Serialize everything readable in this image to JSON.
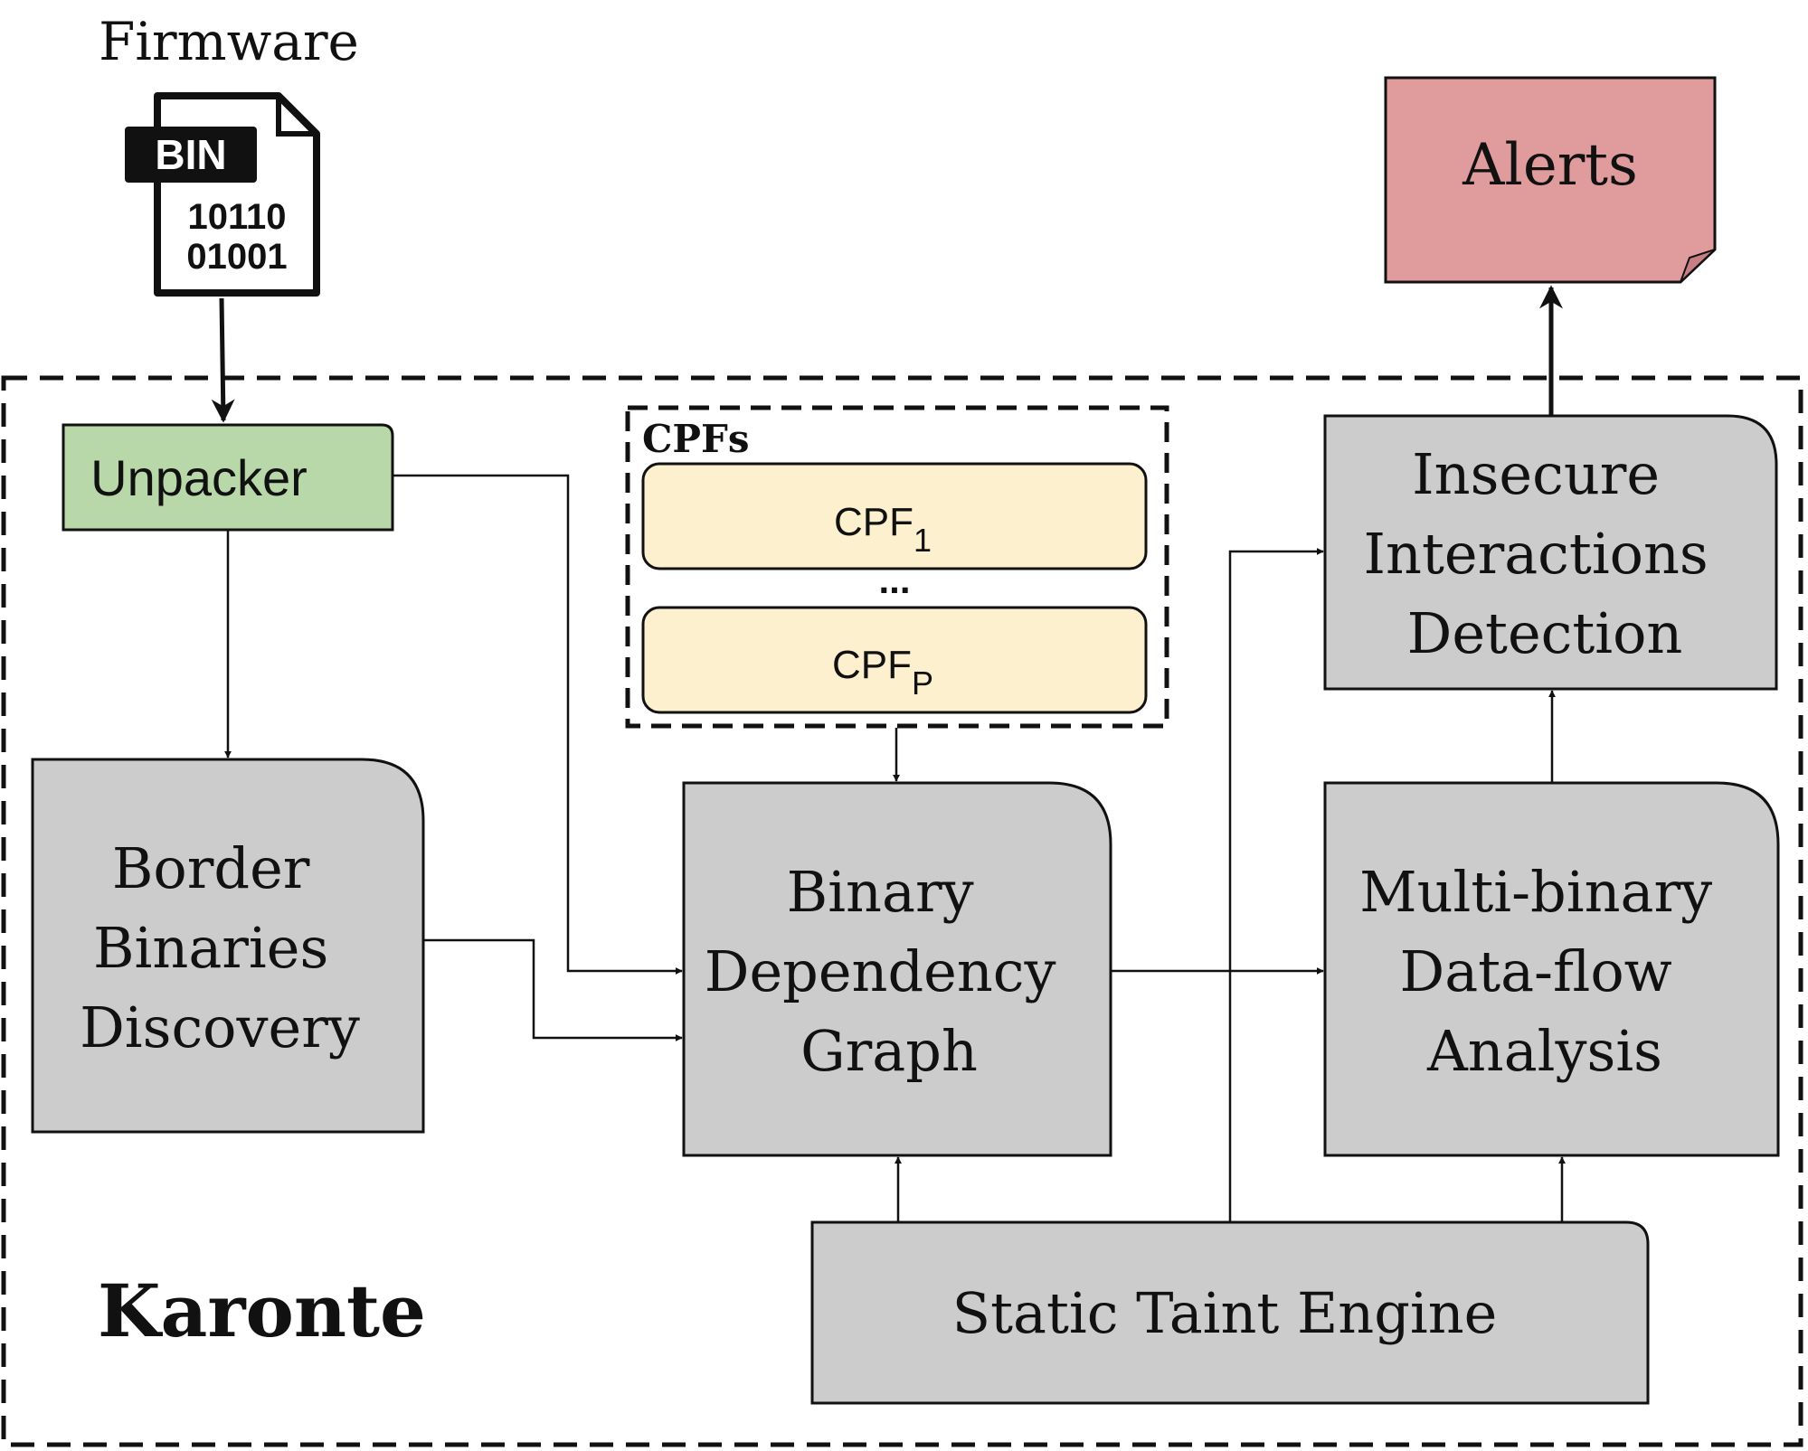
{
  "input": {
    "label": "Firmware",
    "icon": "binary-file-icon",
    "icon_badge": "BIN",
    "icon_line1": "10110",
    "icon_line2": "01001"
  },
  "output": {
    "label": "Alerts",
    "color": "#e09c9c"
  },
  "system": {
    "name": "Karonte"
  },
  "cpfs": {
    "title": "CPFs",
    "first": {
      "name": "CPF",
      "subscript": "1"
    },
    "ellipsis": "...",
    "last": {
      "name": "CPF",
      "subscript": "P"
    },
    "color": "#fcf0cf"
  },
  "modules": {
    "unpacker": {
      "label": "Unpacker",
      "color": "#b9d8a9"
    },
    "border_binaries": {
      "lines": [
        "Border",
        "Binaries",
        "Discovery"
      ]
    },
    "bdg": {
      "lines": [
        "Binary",
        "Dependency",
        "Graph"
      ]
    },
    "insecure": {
      "lines": [
        "Insecure",
        "Interactions",
        "Detection"
      ]
    },
    "multibinary": {
      "lines": [
        "Multi-binary",
        "Data-flow",
        "Analysis"
      ]
    },
    "taint": {
      "label": "Static Taint Engine"
    }
  },
  "colors": {
    "module_fill": "#cccccc",
    "stroke": "#111111"
  }
}
